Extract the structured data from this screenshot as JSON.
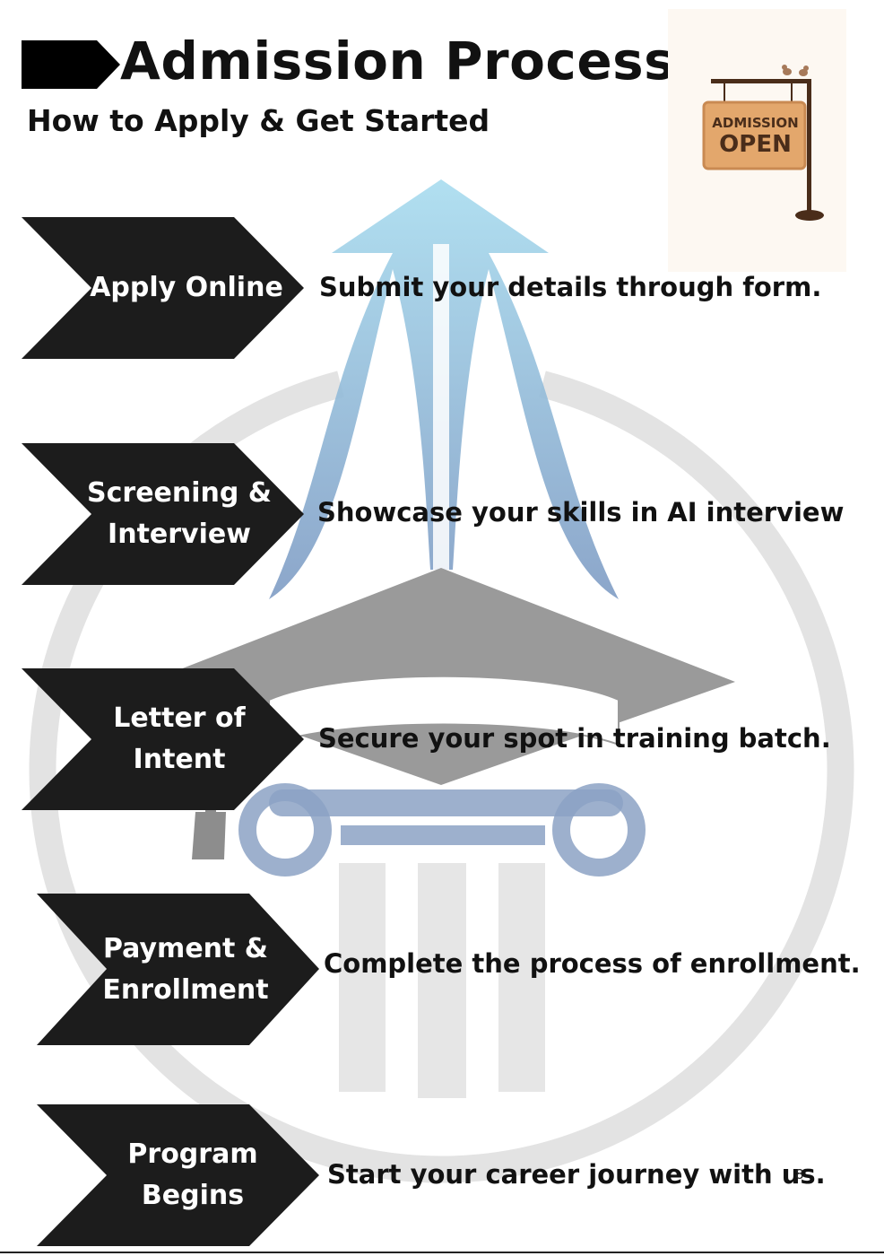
{
  "header": {
    "title": "Admission Process:",
    "subtitle": "How to Apply & Get Started"
  },
  "sign": {
    "line1": "ADMISSION",
    "line2": "OPEN"
  },
  "steps": [
    {
      "label_lines": [
        "Apply Online"
      ],
      "description": "Submit your details through form."
    },
    {
      "label_lines": [
        "Screening &",
        "Interview"
      ],
      "description": "Showcase your skills in AI interview"
    },
    {
      "label_lines": [
        "Letter of",
        "Intent"
      ],
      "description": "Secure your spot in training batch."
    },
    {
      "label_lines": [
        "Payment &",
        "Enrollment"
      ],
      "description": "Complete the process of enrollment."
    },
    {
      "label_lines": [
        "Program",
        "Begins"
      ],
      "description": "Start your career journey with us."
    }
  ],
  "page_number": "8",
  "colors": {
    "chevron": "#1c1c1c",
    "watermark_ring": "#e2e2e2",
    "watermark_cap": "#9b9b9b",
    "watermark_arrow": "#9fd4ea",
    "sign_board": "#e3a76c"
  }
}
